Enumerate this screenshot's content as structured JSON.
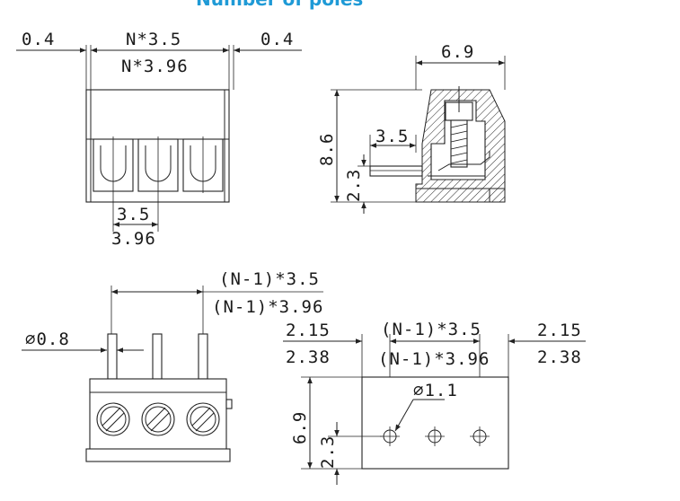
{
  "title": "Number of poles",
  "colors": {
    "title": "#1f9ad6",
    "lines": "#222222"
  },
  "top_view": {
    "edge_left": "0.4",
    "edge_right": "0.4",
    "span_35": "N*3.5",
    "span_396": "N*3.96",
    "pitch_35": "3.5",
    "pitch_396": "3.96"
  },
  "side_view": {
    "width": "6.9",
    "height": "8.6",
    "wire_entry": "3.5",
    "pin_height": "2.3"
  },
  "front_view": {
    "pin_diameter": "∅0.8",
    "span_35": "(N-1)*3.5",
    "span_396": "(N-1)*3.96"
  },
  "pcb_layout": {
    "left_35": "2.15",
    "left_396": "2.38",
    "right_35": "2.15",
    "right_396": "2.38",
    "span_35": "(N-1)*3.5",
    "span_396": "(N-1)*3.96",
    "hole_diameter": "∅1.1",
    "height": "6.9",
    "hole_height": "2.3"
  }
}
